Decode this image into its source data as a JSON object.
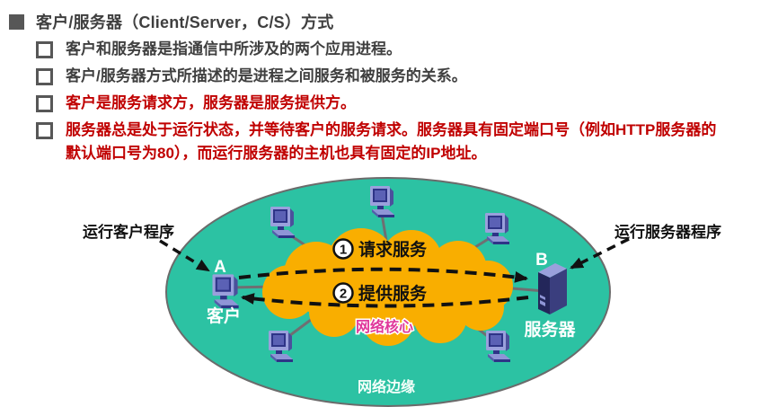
{
  "slide": {
    "title": "客户/服务器（Client/Server，C/S）方式",
    "bullets": [
      {
        "text": "客户和服务器是指通信中所涉及的两个应用进程。",
        "emphasis": "normal"
      },
      {
        "text": "客户/服务器方式所描述的是进程之间服务和被服务的关系。",
        "emphasis": "normal"
      },
      {
        "text": "客户是服务请求方，服务器是服务提供方。",
        "emphasis": "red"
      },
      {
        "text": "服务器总是处于运行状态，并等待客户的服务请求。服务器具有固定端口号（例如HTTP服务器的默认端口号为80），而运行服务器的主机也具有固定的IP地址。",
        "emphasis": "red"
      }
    ]
  },
  "diagram": {
    "client_label_arrow": "运行客户程序",
    "server_label_arrow": "运行服务器程序",
    "client": {
      "letter": "A",
      "caption": "客户"
    },
    "server": {
      "letter": "B",
      "caption": "服务器"
    },
    "flows": [
      {
        "num": "1",
        "label": "请求服务"
      },
      {
        "num": "2",
        "label": "提供服务"
      }
    ],
    "core_label": "网络核心",
    "edge_label": "网络边缘",
    "colors": {
      "edge_fill": "#2cc2a3",
      "core_fill": "#f9ae00",
      "core_label": "#e0389b",
      "red_text": "#c00000",
      "body_text": "#3f3f3f"
    }
  }
}
